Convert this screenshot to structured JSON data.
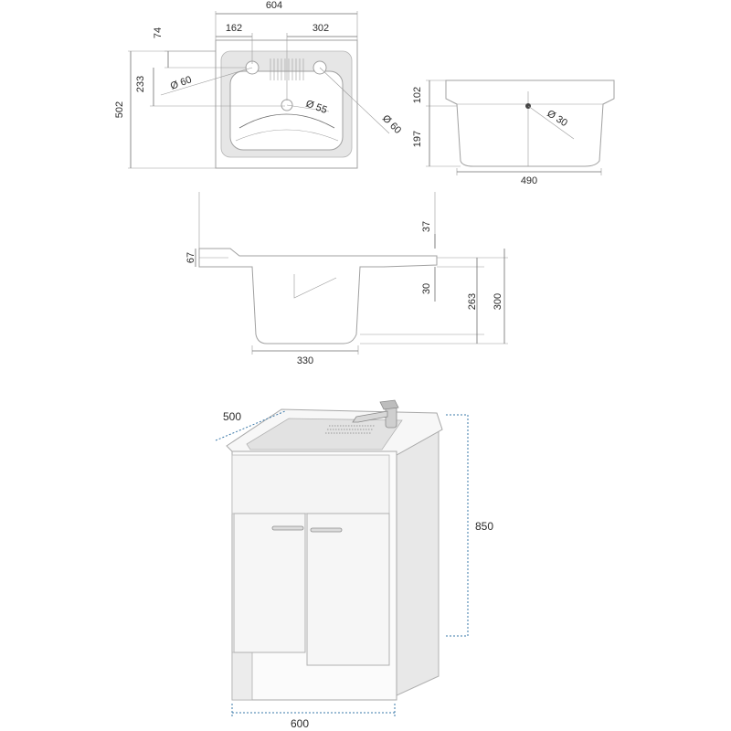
{
  "top_view": {
    "overall_width": "604",
    "left_offset": "162",
    "right_offset": "302",
    "top_offset": "74",
    "depth_to_hole": "233",
    "overall_depth": "502",
    "hole_left": "Ø 60",
    "hole_center": "Ø 55",
    "hole_right": "Ø 60"
  },
  "side_view": {
    "rim_height": "102",
    "basin_depth": "197",
    "width": "490",
    "hole": "Ø 30"
  },
  "section_view": {
    "top_rim": "37",
    "rim_thickness": "67",
    "inner_step": "30",
    "inner_depth": "263",
    "total_depth": "300",
    "basin_width": "330"
  },
  "cabinet_view": {
    "depth": "500",
    "height": "850",
    "width": "600"
  }
}
